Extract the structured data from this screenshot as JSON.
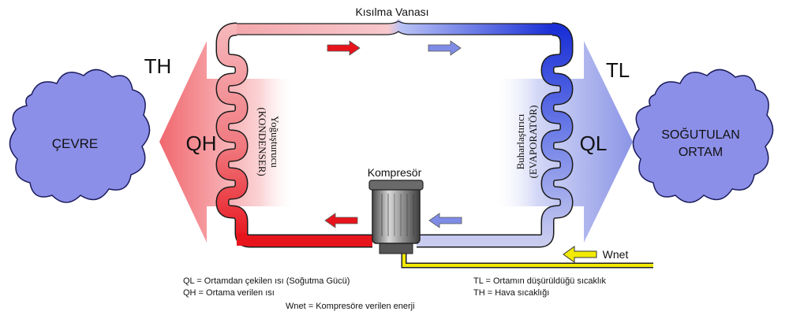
{
  "diagram": {
    "valve_label": "Kısılma Vanası",
    "compressor_label": "Kompresör",
    "th_label": "TH",
    "tl_label": "TL",
    "qh_label": "QH",
    "ql_label": "QL",
    "condenser_label_1": "Yoğuşturucu",
    "condenser_label_2": "(KONDENSER)",
    "evaporator_label_1": "Buharlaştırıcı",
    "evaporator_label_2": "(EVAPORATÖR)",
    "environment_label": "ÇEVRE",
    "cooled_space_label_1": "SOĞUTULAN",
    "cooled_space_label_2": "ORTAM",
    "wnet_label": "Wnet"
  },
  "legend": {
    "ql_def": "QL = Ortamdan çekilen ısı (Soğutma Gücü)",
    "qh_def": "QH = Ortama verilen ısı",
    "wnet_def": "Wnet = Kompresöre verilen enerji",
    "tl_def": "TL = Ortamın düşürüldüğü sıcaklık",
    "th_def": "TH = Hava sıcaklığı"
  },
  "colors": {
    "hot": "#e8141c",
    "hot_light": "#f5b0b4",
    "cold": "#1a2fd6",
    "cold_light": "#c9ccef",
    "cloud": "#8c8fe8",
    "power": "#f2ea05",
    "compressor": "#8a8a8a"
  }
}
